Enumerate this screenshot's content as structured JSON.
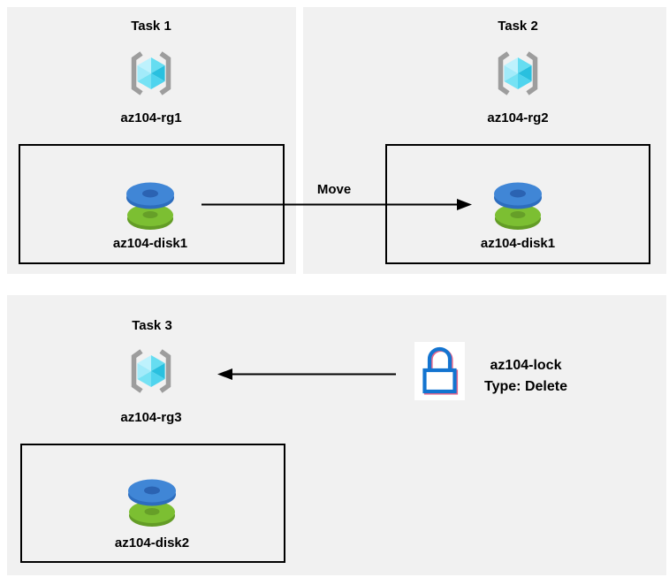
{
  "page": {
    "background": "#ffffff",
    "panel_background": "#f1f1f1",
    "box_border_color": "#000000",
    "text_color": "#000000"
  },
  "tasks": [
    {
      "title": "Task 1",
      "resource_group": "az104-rg1",
      "disk": "az104-disk1"
    },
    {
      "title": "Task 2",
      "resource_group": "az104-rg2",
      "disk": "az104-disk1"
    },
    {
      "title": "Task 3",
      "resource_group": "az104-rg3",
      "disk": "az104-disk2"
    }
  ],
  "move_arrow": {
    "label": "Move"
  },
  "lock": {
    "name": "az104-lock",
    "type": "Type: Delete"
  },
  "icon_colors": {
    "resource_group_bracket": "#9d9d9d",
    "cube_face_lightest": "#bef2fd",
    "cube_face_light": "#a2ebfa",
    "cube_face_medium": "#66ddf1",
    "cube_face_medium2": "#4fd4ee",
    "cube_face_soft": "#76e2f4",
    "cube_face_dark": "#29c0df",
    "disk_blue_face": "#4086d6",
    "disk_blue_rim": "#2d6dbe",
    "disk_blue_hole": "#2b63b2",
    "disk_green_face": "#7cbf32",
    "disk_green_rim": "#639c26",
    "disk_green_hole": "#669f28",
    "lock_blue": "#1374d0",
    "lock_pink_fringe": "#e0668c",
    "arrow_color": "#000000"
  }
}
